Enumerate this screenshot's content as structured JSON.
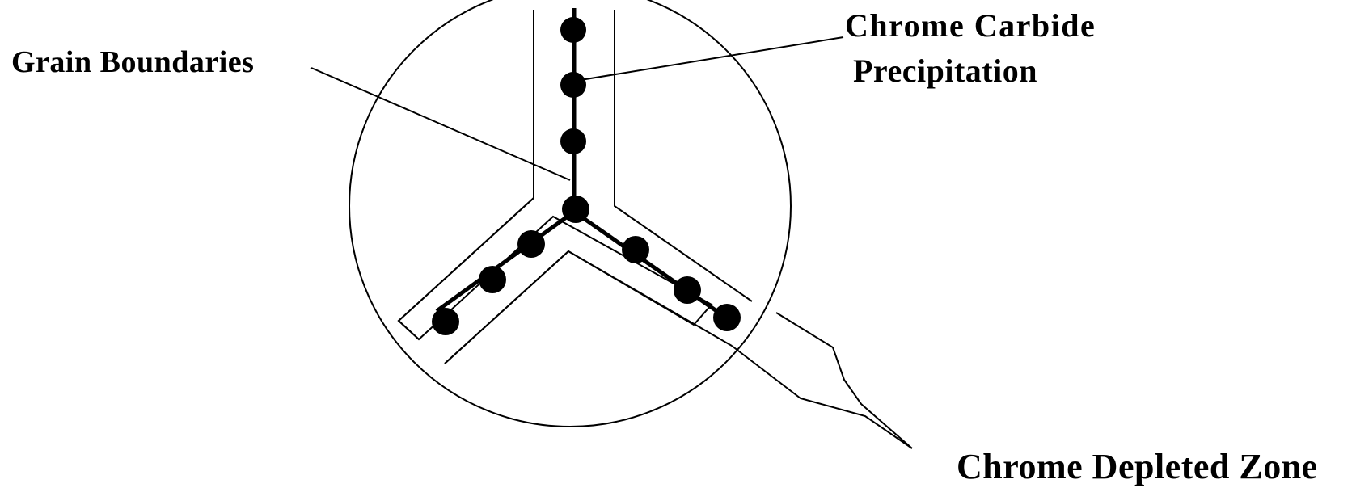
{
  "labels": {
    "grain_boundaries": "Grain Boundaries",
    "carbide_line1": "Chrome Carbide",
    "carbide_line2": "Precipitation",
    "depleted_zone": "Chrome Depleted Zone"
  },
  "colors": {
    "ink": "#000000",
    "background": "#ffffff"
  }
}
